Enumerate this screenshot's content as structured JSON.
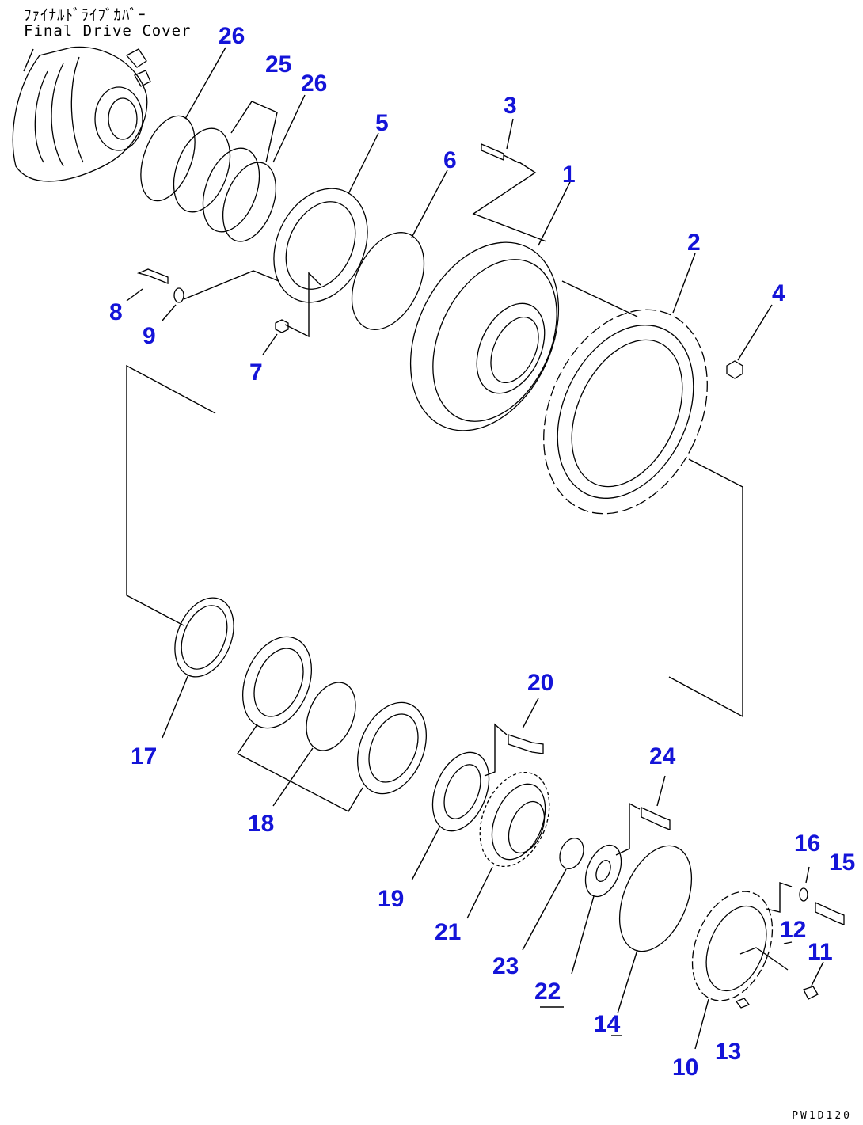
{
  "header": {
    "title_jp": "ﾌｧｲﾅﾙﾄﾞﾗｲﾌﾞｶﾊﾞｰ",
    "title_en": "Final Drive Cover"
  },
  "drawing_code": "PW1D120",
  "callouts": [
    "1",
    "2",
    "3",
    "4",
    "5",
    "6",
    "7",
    "8",
    "9",
    "10",
    "11",
    "12",
    "13",
    "14",
    "15",
    "16",
    "17",
    "18",
    "19",
    "20",
    "21",
    "22",
    "23",
    "24",
    "25",
    "26",
    "26"
  ],
  "colors": {
    "label": "#1414d8",
    "line": "#000000"
  }
}
